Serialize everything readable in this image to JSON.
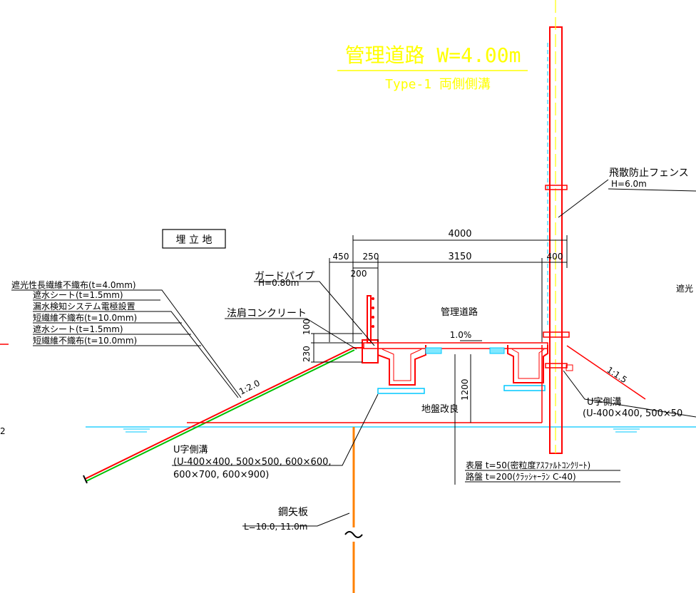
{
  "title": {
    "main": "管理道路 W=4.00m",
    "sub": "Type-1 両側側溝"
  },
  "colors": {
    "title": "#ffff00",
    "line": "#ff0000",
    "green": "#00c000",
    "cyan": "#00c8ff",
    "pile": "#ff8000",
    "ink": "#000000"
  },
  "labels": {
    "landfill": "埋 立 地",
    "fence": "飛散防止フェンス",
    "fence_h": "H=6.0m",
    "guard_pipe": "ガードパイプ",
    "guard_h": "H=0.80m",
    "shoulder": "法肩コンクリート",
    "road": "管理道路",
    "slope_pct": "1.0%",
    "ground_improve": "地盤改良",
    "ditch_right": "U字側溝",
    "ditch_right_spec": "(U-400×400, 500×50",
    "ditch_left": "U字側溝",
    "ditch_left_spec1": "(U-400×400, 500×500, 600×600,",
    "ditch_left_spec2": "600×700, 600×900)",
    "surface": "表層 t=50(密粒度ｱｽﾌｧﾙﾄｺﾝｸﾘｰﾄ)",
    "base": "路盤 t=200(ｸﾗｯｼｬｰﾗﾝ C-40)",
    "sheet_pile": "鋼矢板",
    "sheet_pile_l": "L=10.0, 11.0m",
    "slope_left": "1:2.0",
    "slope_right": "1:1.5",
    "cut_right": "遮光",
    "cut_left": "2"
  },
  "layers": [
    "遮光性長繊維不織布(t=4.0mm)",
    "遮水シート(t=1.5mm)",
    "漏水検知システム電極設置",
    "短繊維不織布(t=10.0mm)",
    "遮水シート(t=1.5mm)",
    "短繊維不織布(t=10.0mm)"
  ],
  "dimensions": {
    "total": "4000",
    "d450": "450",
    "d250": "250",
    "d3150": "3150",
    "d400": "400",
    "d200": "200",
    "d100": "100",
    "d230": "230",
    "d1200": "1200"
  }
}
